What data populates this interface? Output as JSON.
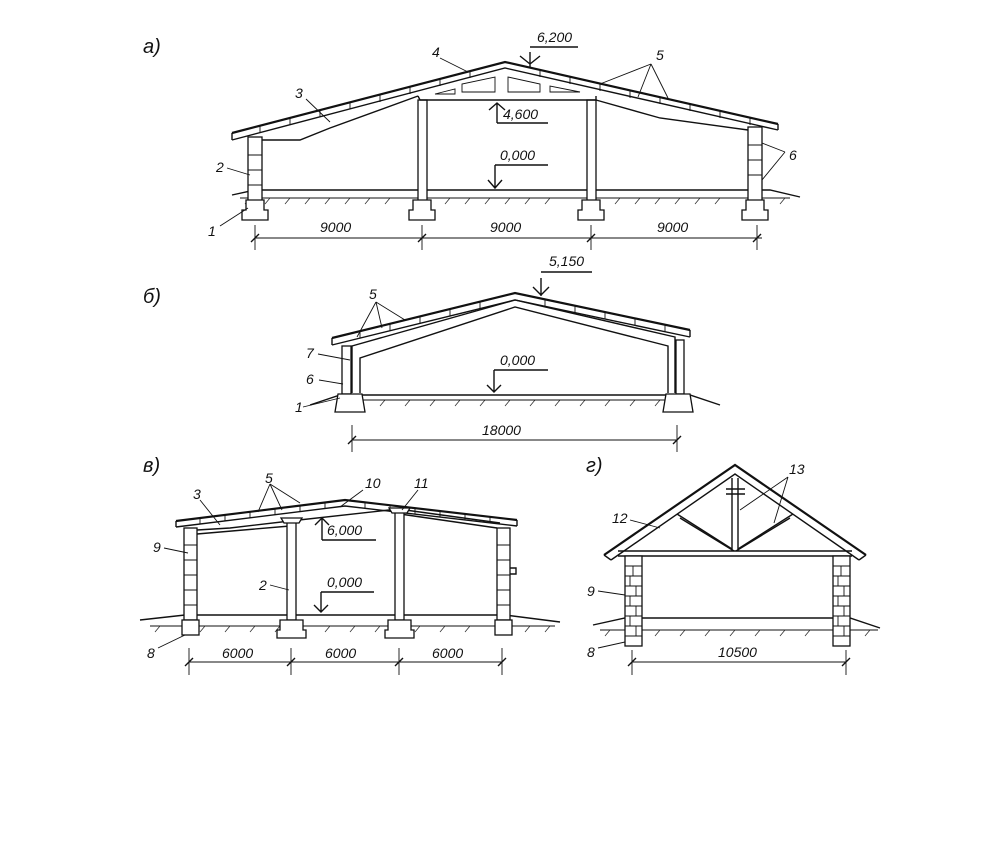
{
  "panels": {
    "a": {
      "letter": "а)",
      "numbers": [
        "1",
        "2",
        "3",
        "4",
        "5",
        "6"
      ],
      "marks": [
        "6,200",
        "4,600",
        "0,000"
      ],
      "dims": [
        "9000",
        "9000",
        "9000"
      ]
    },
    "b": {
      "letter": "б)",
      "numbers": [
        "5",
        "7",
        "6",
        "1"
      ],
      "marks": [
        "5,150",
        "0,000"
      ],
      "dims": [
        "18000"
      ]
    },
    "v": {
      "letter": "в)",
      "numbers": [
        "3",
        "5",
        "10",
        "11",
        "9",
        "2",
        "8"
      ],
      "marks": [
        "6,000",
        "0,000"
      ],
      "dims": [
        "6000",
        "6000",
        "6000"
      ]
    },
    "g": {
      "letter": "г)",
      "numbers": [
        "13",
        "12",
        "9",
        "8"
      ],
      "dims": [
        "10500"
      ]
    }
  }
}
